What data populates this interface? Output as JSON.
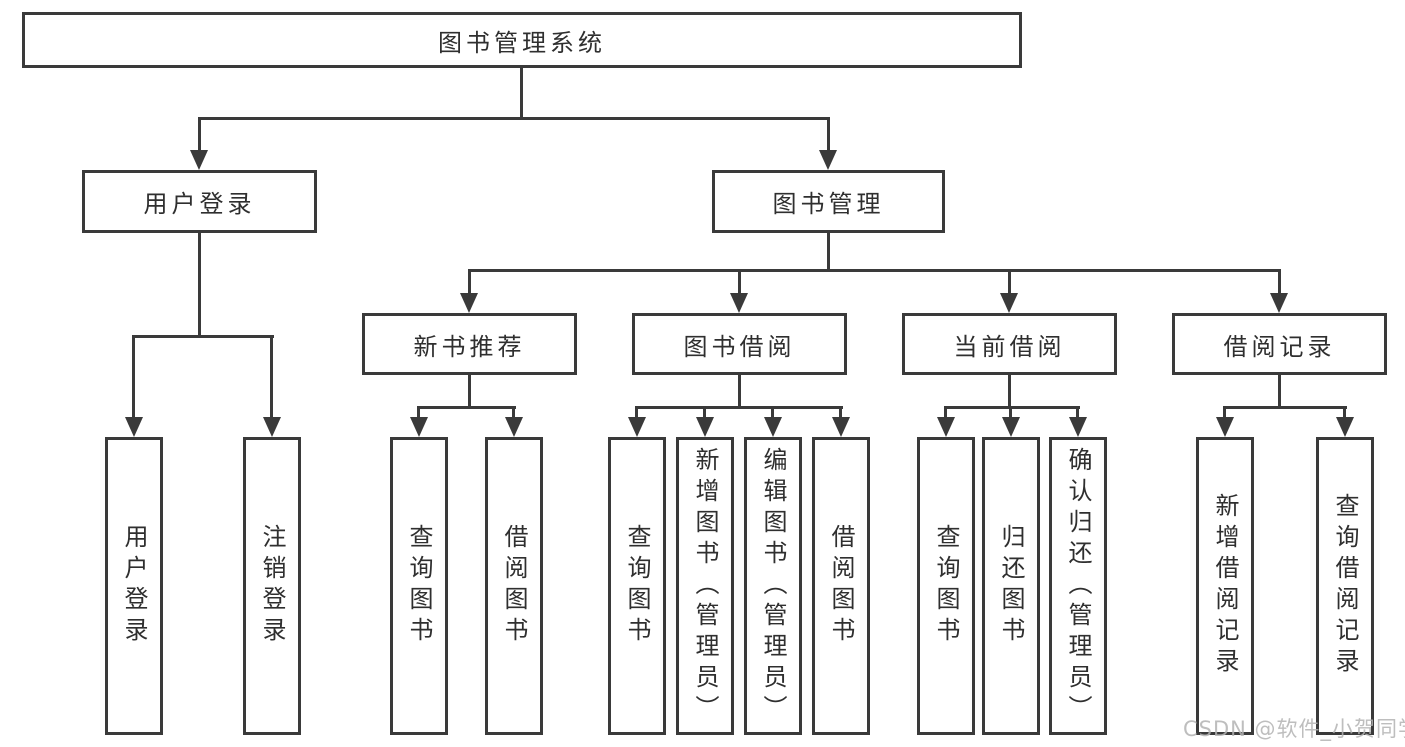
{
  "diagram": {
    "title_node": "图书管理系统",
    "level2": {
      "user_login": "用户登录",
      "book_mgmt": "图书管理"
    },
    "level3": {
      "new_books": "新书推荐",
      "book_borrow": "图书借阅",
      "current_borrow": "当前借阅",
      "borrow_records": "借阅记录"
    },
    "leaves": {
      "user_login": [
        "用户登录",
        "注销登录"
      ],
      "new_books": [
        "查询图书",
        "借阅图书"
      ],
      "book_borrow": [
        "查询图书",
        "新增图书（管理员）",
        "编辑图书（管理员）",
        "借阅图书"
      ],
      "current_borrow": [
        "查询图书",
        "归还图书",
        "确认归还（管理员）"
      ],
      "borrow_records": [
        "新增借阅记录",
        "查询借阅记录"
      ]
    },
    "watermark": "CSDN @软件_小贺同学"
  },
  "colors": {
    "line": "#3a3a3a",
    "text": "#2f2f2f",
    "watermark": "#b3b3b3"
  }
}
